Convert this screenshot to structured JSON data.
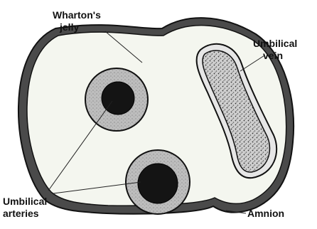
{
  "labels": {
    "whartons_jelly": [
      "Wharton's",
      "jelly"
    ],
    "umbilical_vein": [
      "Umbilical",
      "vein"
    ],
    "umbilical_arteries": [
      "Umbilical",
      "arteries"
    ],
    "amnion": "Amnion"
  },
  "colors": {
    "outline": "#1a1a1a",
    "amnion": "#4a4a4a",
    "jelly": "#f4f6ef",
    "artery_wall": "#b8b8b8",
    "artery_lumen": "#141414",
    "vein_fill": "#9a9a9a",
    "background": "#ffffff"
  }
}
